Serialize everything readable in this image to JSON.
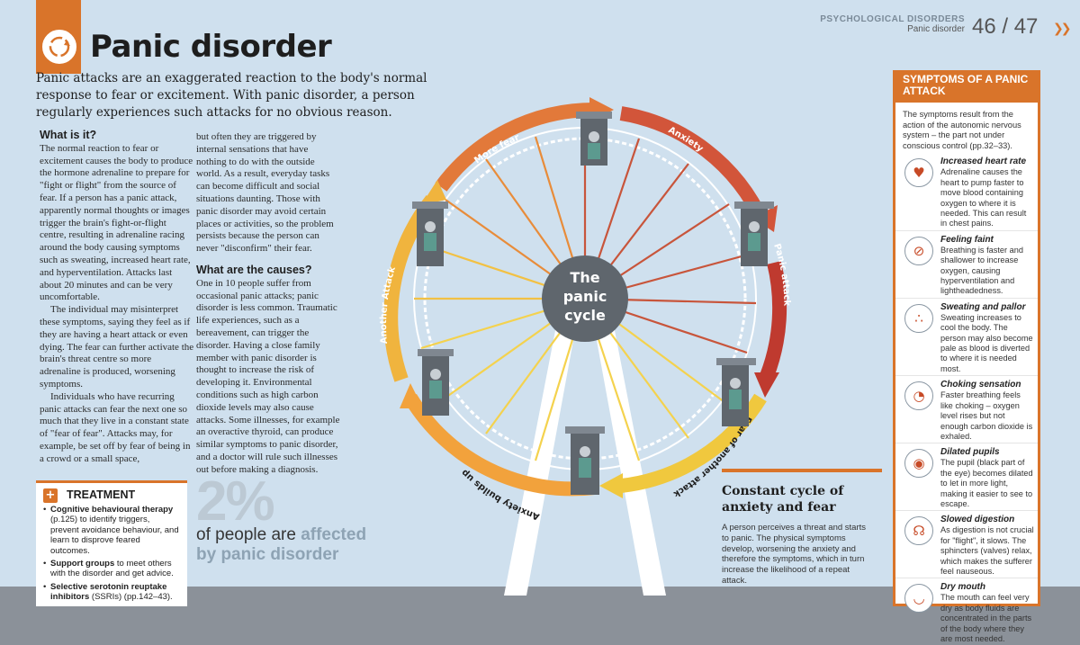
{
  "header": {
    "section": "PSYCHOLOGICAL DISORDERS",
    "subsection": "Panic disorder",
    "pages": "46 / 47"
  },
  "title": "Panic disorder",
  "intro": "Panic attacks are an exaggerated reaction to the body's normal response to fear or excitement. With panic disorder, a person regularly experiences such attacks for no obvious reason.",
  "what_is_it": {
    "heading": "What is it?",
    "p1": "The normal reaction to fear or excitement causes the body to produce the hormone adrenaline to prepare for \"fight or flight\" from the source of fear. If a person has a panic attack, apparently normal thoughts or images trigger the brain's fight-or-flight centre, resulting in adrenaline racing around the body causing symptoms such as sweating, increased heart rate, and hyperventilation. Attacks last about 20 minutes and can be very uncomfortable.",
    "p2": "The individual may misinterpret these symptoms, saying they feel as if they are having a heart attack or even dying. The fear can further activate the brain's threat centre so more adrenaline is produced, worsening symptoms.",
    "p3": "Individuals who have recurring panic attacks can fear the next one so much that they live in a constant state of \"fear of fear\". Attacks may, for example, be set off by fear of being in a crowd or a small space,",
    "p4": "but often they are triggered by internal sensations that have nothing to do with the outside world. As a result, everyday tasks can become difficult and social situations daunting. Those with panic disorder may avoid certain places or activities, so the problem persists because the person can never \"disconfirm\" their fear."
  },
  "causes": {
    "heading": "What are the causes?",
    "p1": "One in 10 people suffer from occasional panic attacks; panic disorder is less common. Traumatic life experiences, such as a bereavement, can trigger the disorder. Having a close family member with panic disorder is thought to increase the risk of developing it. Environmental conditions such as high carbon dioxide levels may also cause attacks. Some illnesses, for example an overactive thyroid, can produce similar symptoms to panic disorder, and a doctor will rule such illnesses out before making a diagnosis."
  },
  "treatment": {
    "heading": "TREATMENT",
    "items": [
      {
        "bold": "Cognitive behavioural therapy",
        "text": " (p.125) to identify triggers, prevent avoidance behaviour, and learn to disprove feared outcomes."
      },
      {
        "bold": "Support groups",
        "text": " to meet others with the disorder and get advice."
      },
      {
        "bold": "Selective serotonin reuptake inhibitors",
        "text": " (SSRIs) (pp.142–43)."
      }
    ]
  },
  "stat": {
    "big": "2%",
    "line1_a": "of people are ",
    "line1_b": "affected",
    "line2": "by panic disorder"
  },
  "wheel": {
    "hub_line1": "The",
    "hub_line2": "panic",
    "hub_line3": "cycle",
    "stage_more_fear": "More fear",
    "stage_anxiety": "Anxiety",
    "stage_panic_attack": "Panic attack",
    "stage_fear_another": "Fear of another attack",
    "stage_anxiety_builds": "Anxiety builds up",
    "stage_another_attack": "Another Attack"
  },
  "cycle": {
    "title": "Constant cycle of anxiety and fear",
    "text": "A person perceives a threat and starts to panic. The physical symptoms develop, worsening the anxiety and therefore the symptoms, which in turn increase the likelihood of a repeat attack."
  },
  "symptoms": {
    "heading": "SYMPTOMS OF A PANIC ATTACK",
    "intro": "The symptoms result from the action of the autonomic nervous system – the part not under conscious control (pp.32–33).",
    "items": [
      {
        "name": "Increased heart rate",
        "icon": "heart-icon",
        "desc": "Adrenaline causes the heart to pump faster to move blood containing oxygen to where it is needed. This can result in chest pains."
      },
      {
        "name": "Feeling faint",
        "icon": "lungs-icon",
        "desc": "Breathing is faster and shallower to increase oxygen, causing hyperventilation and lightheadedness."
      },
      {
        "name": "Sweating and pallor",
        "icon": "sweat-icon",
        "desc": "Sweating increases to cool the body. The person may also become pale as blood is diverted to where it is needed most."
      },
      {
        "name": "Choking sensation",
        "icon": "throat-icon",
        "desc": "Faster breathing feels like choking – oxygen level rises but not enough carbon dioxide is exhaled."
      },
      {
        "name": "Dilated pupils",
        "icon": "eye-icon",
        "desc": "The pupil (black part of the eye) becomes dilated to let in more light, making it easier to see to escape."
      },
      {
        "name": "Slowed digestion",
        "icon": "stomach-icon",
        "desc": "As digestion is not crucial for \"flight\", it slows. The sphincters (valves) relax, which makes the sufferer feel nauseous."
      },
      {
        "name": "Dry mouth",
        "icon": "mouth-icon",
        "desc": "The mouth can feel very dry as body fluids are concentrated in the parts of the body where they are most needed."
      }
    ]
  },
  "colors": {
    "accent": "#d9742a",
    "background": "#cfe0ee",
    "hub": "#5f666d",
    "cabin": "#5c9a8f"
  }
}
